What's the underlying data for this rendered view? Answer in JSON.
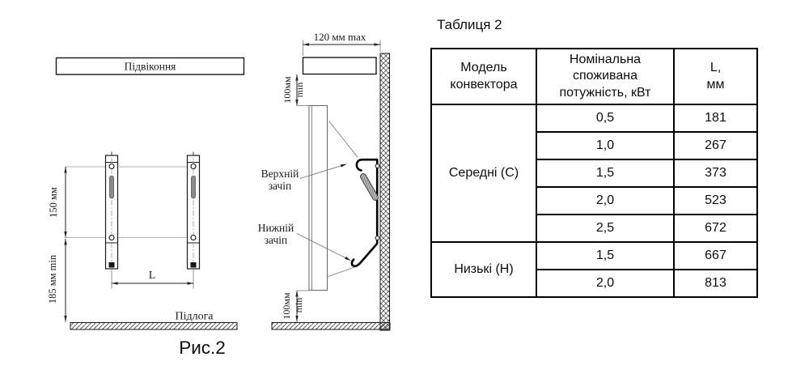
{
  "colors": {
    "background": "#ffffff",
    "line": "#000000",
    "text": "#111111",
    "gray_detail": "#8a8a8a"
  },
  "figure": {
    "caption": "Рис.2",
    "front_view": {
      "sill_label": "Підвіконня",
      "floor_label": "Підлога",
      "dim_hole_spacing": "150 мм",
      "dim_floor_clearance": "185 мм min",
      "dim_bracket_spacing": "L"
    },
    "side_view": {
      "dim_sill_depth": "120 мм max",
      "dim_top_gap_value": "100мм",
      "dim_top_gap_min": "min",
      "dim_bottom_gap_value": "100мм",
      "dim_bottom_gap_min": "min",
      "upper_hook_line1": "Верхній",
      "upper_hook_line2": "зачіп",
      "lower_hook_line1": "Нижній",
      "lower_hook_line2": "зачіп"
    }
  },
  "table": {
    "title": "Таблиця 2",
    "headers": {
      "model": "Модель конвектора",
      "power": "Номінальна споживана потужність, кВт",
      "length_line1": "L,",
      "length_line2": "мм"
    },
    "groups": [
      {
        "model": "Середні (С)",
        "rows": [
          {
            "power": "0,5",
            "length": "181"
          },
          {
            "power": "1,0",
            "length": "267"
          },
          {
            "power": "1,5",
            "length": "373"
          },
          {
            "power": "2,0",
            "length": "523"
          },
          {
            "power": "2,5",
            "length": "672"
          }
        ]
      },
      {
        "model": "Низькі (Н)",
        "rows": [
          {
            "power": "1,5",
            "length": "667"
          },
          {
            "power": "2,0",
            "length": "813"
          }
        ]
      }
    ]
  }
}
